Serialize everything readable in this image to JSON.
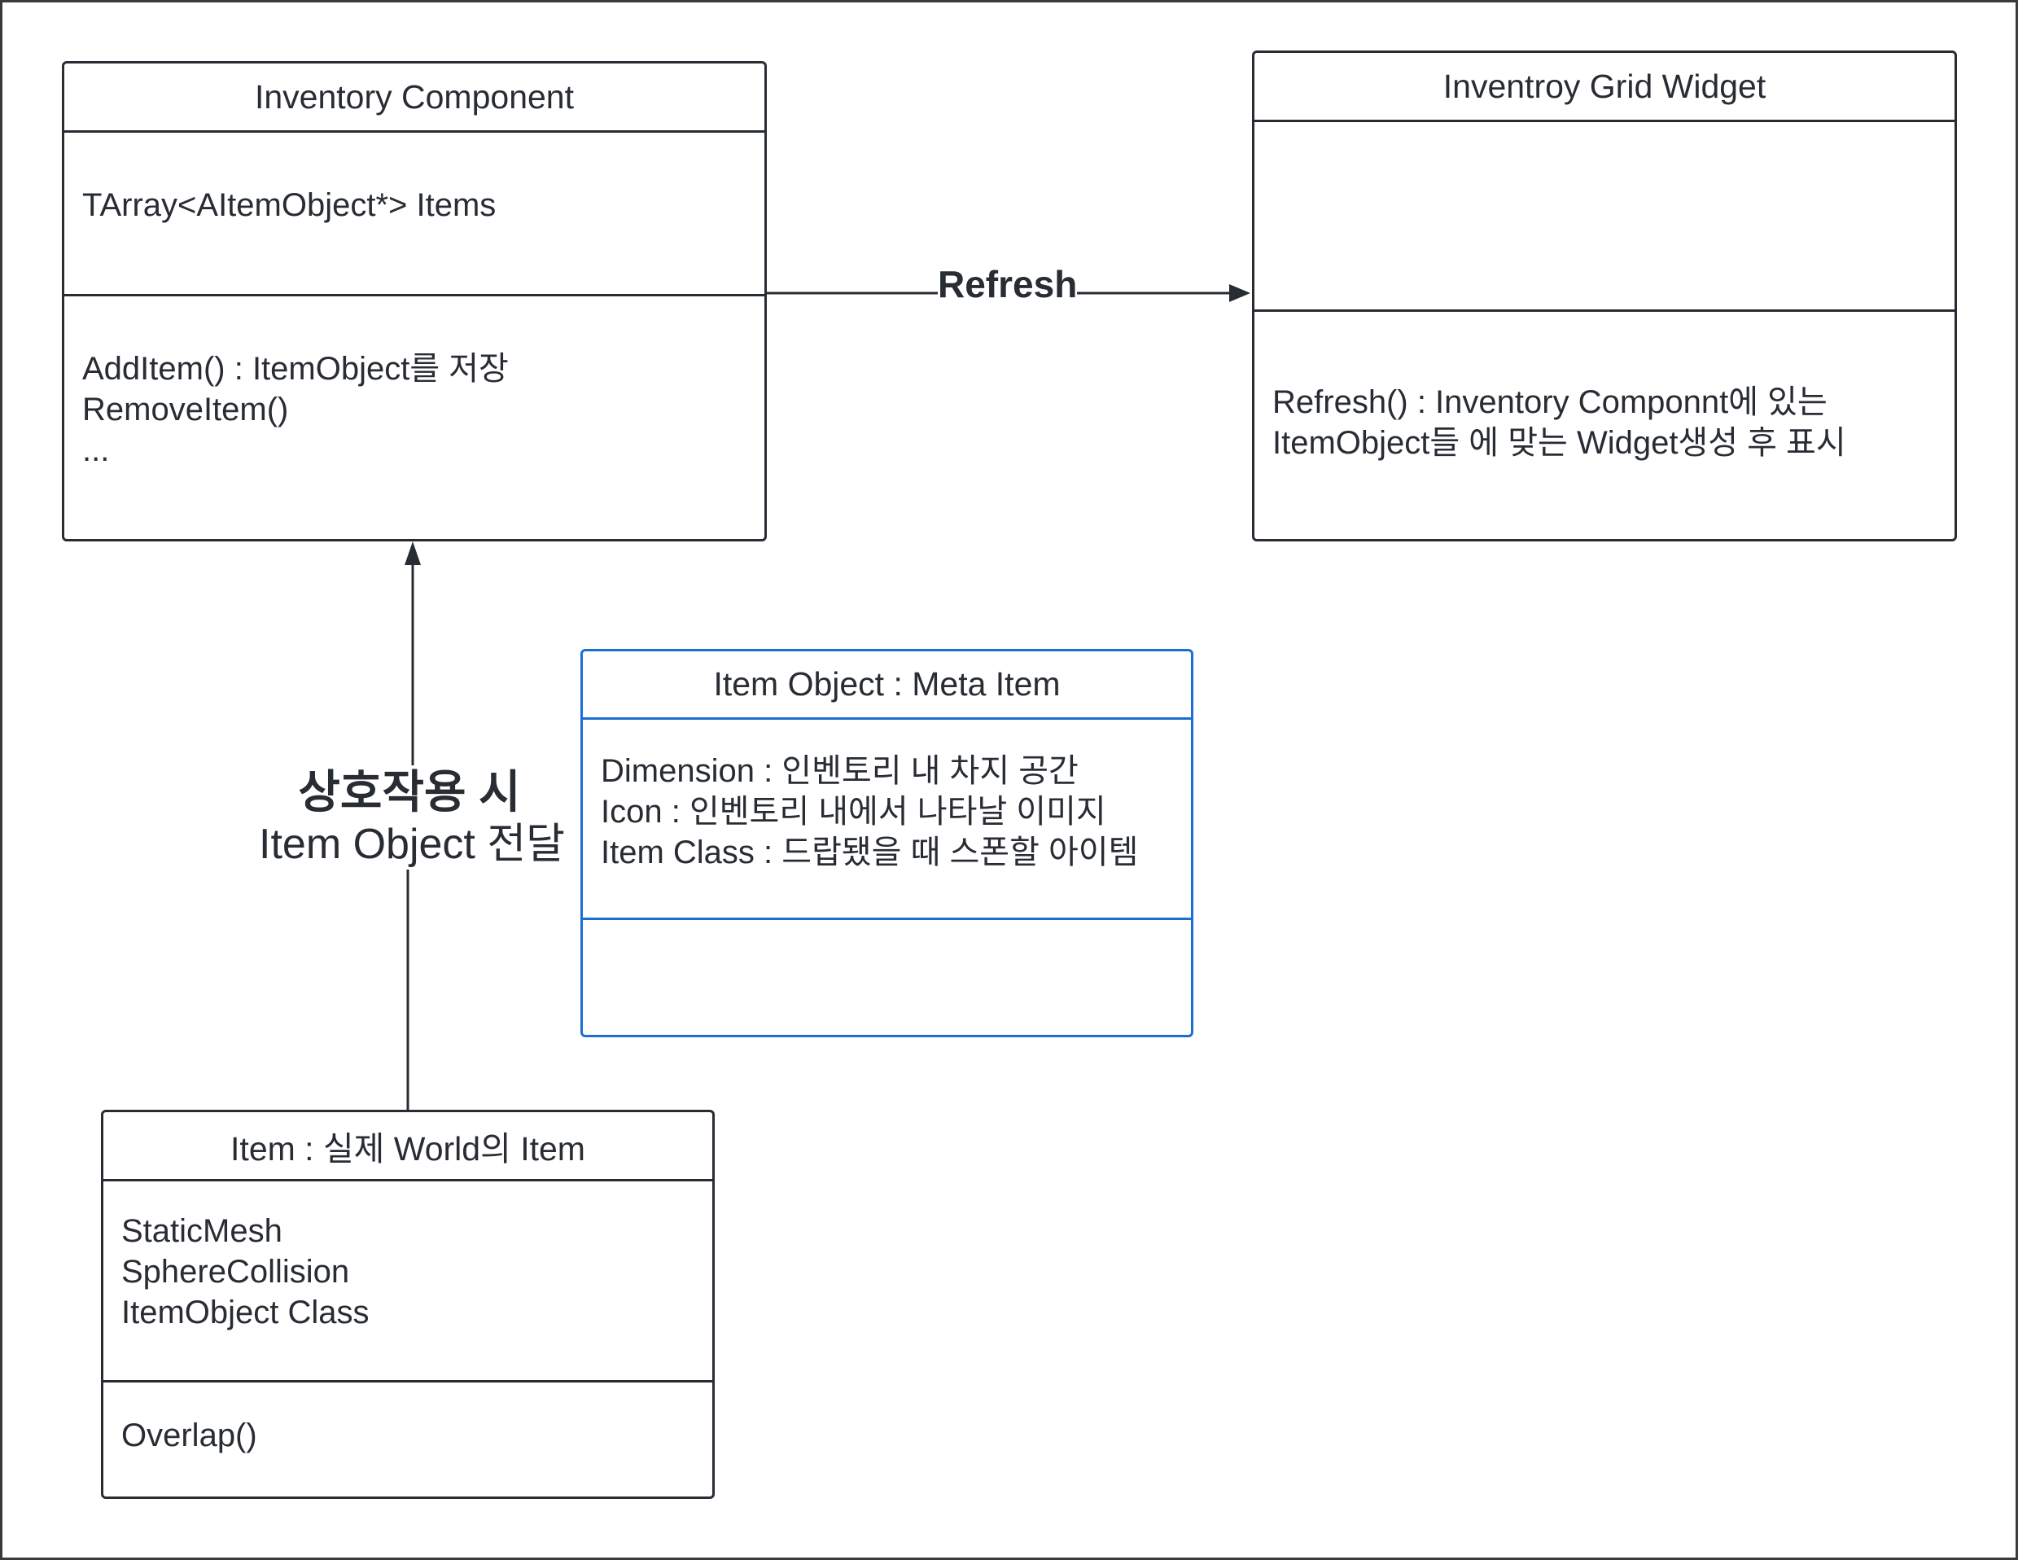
{
  "inventory_component": {
    "title": "Inventory Component",
    "attributes": [
      "TArray<AItemObject*> Items"
    ],
    "methods": [
      "AddItem() : ItemObject를 저장",
      "RemoveItem()",
      "..."
    ]
  },
  "inventory_grid_widget": {
    "title": "Inventroy Grid Widget",
    "attributes": [],
    "methods": [
      "Refresh() : Inventory Componnt에 있는",
      "ItemObject들 에 맞는 Widget생성 후 표시"
    ]
  },
  "item_object": {
    "title": "Item Object : Meta Item",
    "attributes": [
      "Dimension : 인벤토리 내 차지 공간",
      "Icon : 인벤토리 내에서 나타날 이미지",
      "Item Class : 드랍됐을 때 스폰할 아이템"
    ],
    "methods": []
  },
  "item": {
    "title": "Item : 실제 World의 Item",
    "attributes": [
      "StaticMesh",
      "SphereCollision",
      "ItemObject Class"
    ],
    "methods": [
      "Overlap()"
    ]
  },
  "connectors": {
    "refresh_label": "Refresh",
    "interaction_label_bold": "상호작용 시",
    "interaction_label": "Item Object 전달"
  },
  "colors": {
    "stroke": "#282c33",
    "highlight_stroke": "#1a6fd1"
  }
}
